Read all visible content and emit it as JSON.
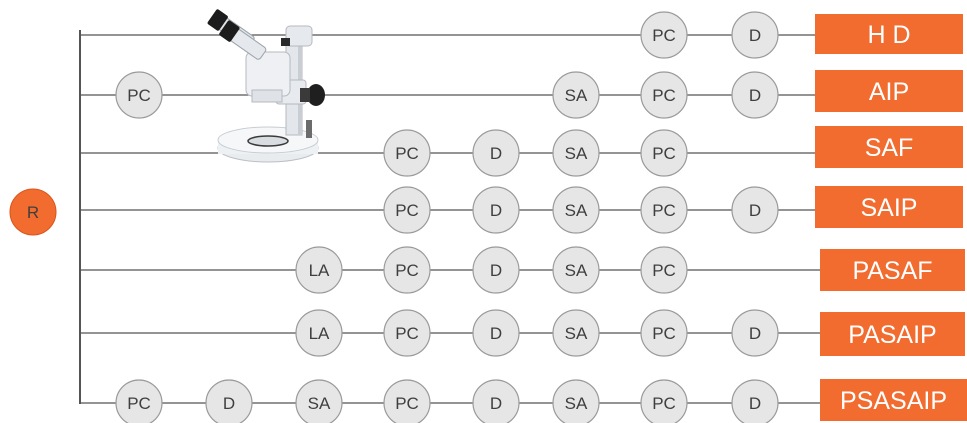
{
  "root": {
    "label": "R",
    "color": "#F26B2F"
  },
  "node_fill": "#e6e6e6",
  "node_stroke": "#9a9a9a",
  "line_color": "#555555",
  "label_bg": "#F26B2F",
  "image": {
    "name": "stereo-microscope-image"
  },
  "rows": [
    {
      "nodes": [
        "",
        "",
        "",
        "",
        "",
        "",
        "PC",
        "D"
      ],
      "label": "H D"
    },
    {
      "nodes": [
        "PC",
        "",
        "",
        "",
        "",
        "SA",
        "PC",
        "D"
      ],
      "label": "AIP"
    },
    {
      "nodes": [
        "",
        "",
        "",
        "PC",
        "D",
        "SA",
        "PC",
        ""
      ],
      "label": "SAF"
    },
    {
      "nodes": [
        "",
        "",
        "",
        "PC",
        "D",
        "SA",
        "PC",
        "D"
      ],
      "label": "SAIP"
    },
    {
      "nodes": [
        "",
        "",
        "LA",
        "PC",
        "D",
        "SA",
        "PC",
        ""
      ],
      "label": "PASAF"
    },
    {
      "nodes": [
        "",
        "",
        "LA",
        "PC",
        "D",
        "SA",
        "PC",
        "D"
      ],
      "label": "PASAIP"
    },
    {
      "nodes": [
        "PC",
        "D",
        "SA",
        "PC",
        "D",
        "SA",
        "PC",
        "D"
      ],
      "label": "PSASAIP"
    }
  ]
}
